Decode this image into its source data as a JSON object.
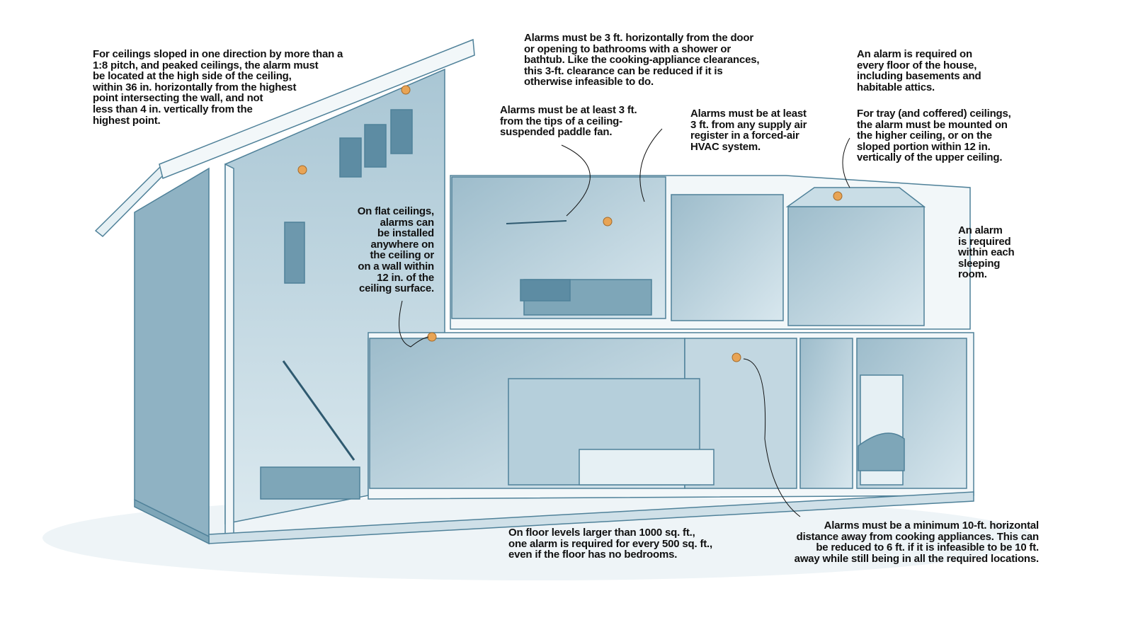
{
  "title": "Smoke alarm placement requirements",
  "colors": {
    "wall": "#c9dde6",
    "wall_dark": "#7ea6b8",
    "outline": "#4f8199",
    "alarm": "#e8a455",
    "text": "#111111"
  },
  "annotations": {
    "sloped_ceiling": "For ceilings sloped in one direction by more than a\n1:8 pitch, and peaked ceilings, the alarm must\nbe located at the high side of the ceiling,\nwithin 36 in. horizontally from the highest\npoint intersecting the wall, and not\nless than 4 in. vertically from the\nhighest point.",
    "bathroom_door": "Alarms must be 3 ft. horizontally from the door\nor opening to bathrooms with a shower or\nbathtub. Like the cooking-appliance clearances,\nthis 3-ft. clearance can be reduced if it is\notherwise infeasible to do.",
    "every_floor": "An alarm is required on\nevery floor of the house,\nincluding basements and\nhabitable attics.",
    "paddle_fan": "Alarms must be at least 3 ft.\nfrom the tips of a ceiling-\nsuspended paddle fan.",
    "hvac": "Alarms must be at least\n3 ft. from any supply air\nregister in a forced-air\nHVAC system.",
    "tray_ceiling": "For tray (and coffered) ceilings,\nthe alarm must be mounted on\nthe higher ceiling, or on the\nsloped portion within 12 in.\nvertically of the upper ceiling.",
    "flat_ceiling": "On flat ceilings,\nalarms can\nbe installed\nanywhere on\nthe ceiling or\non a wall within\n12 in. of the\nceiling surface.",
    "sleeping_room": "An alarm\nis required\nwithin each\nsleeping\nroom.",
    "floor_area": "On floor levels larger than 1000 sq. ft.,\none alarm is required for every 500 sq. ft.,\neven if the floor has no bedrooms.",
    "cooking": "Alarms must be a minimum 10-ft. horizontal\ndistance away from cooking appliances. This can\nbe reduced to 6 ft. if it is infeasible to be 10 ft.\naway while still being in all the required locations."
  }
}
